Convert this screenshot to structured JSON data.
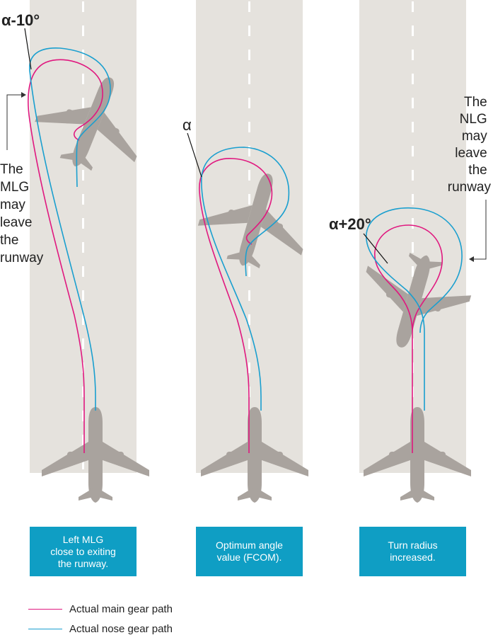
{
  "colors": {
    "runway": "#e5e2dd",
    "centerline": "#ffffff",
    "aircraft": "#a9a39e",
    "main_gear_path": "#e0187f",
    "nose_gear_path": "#1a9fcf",
    "caption_bg": "#0f9ec4",
    "caption_text": "#ffffff",
    "label_text": "#222222"
  },
  "panels": [
    {
      "angle_label": "α-10°",
      "note": [
        "The",
        "MLG",
        "may",
        "leave",
        "the",
        "runway"
      ],
      "caption": "Left MLG\nclose to exiting\nthe runway."
    },
    {
      "angle_label": "α",
      "note": [],
      "caption": "Optimum angle\nvalue (FCOM)."
    },
    {
      "angle_label": "α+20°",
      "note": [
        "The",
        "NLG",
        "may",
        "leave",
        "the",
        "runway"
      ],
      "caption": "Turn radius\nincreased."
    }
  ],
  "legend": [
    {
      "label": "Actual main gear path",
      "color": "#e0187f"
    },
    {
      "label": "Actual nose gear path",
      "color": "#1a9fcf"
    }
  ]
}
